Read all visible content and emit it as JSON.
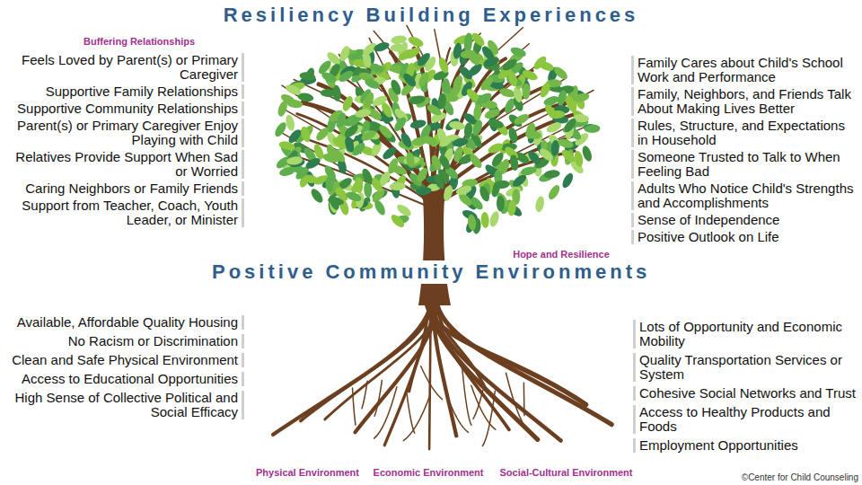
{
  "diagram": {
    "title": "Resiliency Building Experiences",
    "labels": [
      "Buffering Relationships",
      "Feels Loved by Parent(s) or Primary Caregiver",
      "Supportive Family Relationships",
      "Supportive Community Relationships",
      "Parent(s) or Primary Caregiver Enjoy Playing with Child",
      "Relatives Provide Support When Sad or Worried",
      "Caring Neighbors or Family Friends",
      "Support from Teacher, Coach, Youth Leader, or Minister",
      "Family Cares about Child's School Work and Performance",
      "Family, Neighbors, and Friends Talk About Making Lives Better",
      "Rules, Structure, and Expectations in Household",
      "Someone Trusted to Talk to When Feeling Bad",
      "Adults Who Notice Child's Strengths and Accomplishments",
      "Sense of Independence",
      "Positive Outlook on Life",
      "Hope and Resilience",
      "Positive Community Environments",
      "Available, Affordable Quality Housing",
      "No Racism or Discrimination",
      "Clean and Safe Physical Environment",
      "Access to Educational Opportunities",
      "High Sense of Collective Political and Social Efficacy",
      "Lots of Opportunity and Economic Mobility",
      "Quality Transportation Services or System",
      "Cohesive Social Networks and Trust",
      "Access to Healthy Products and Foods",
      "Employment Opportunities",
      "Physical Environment",
      "Economic Environment",
      "Social-Cultural Environment",
      "©Center for Child Counseling"
    ]
  }
}
